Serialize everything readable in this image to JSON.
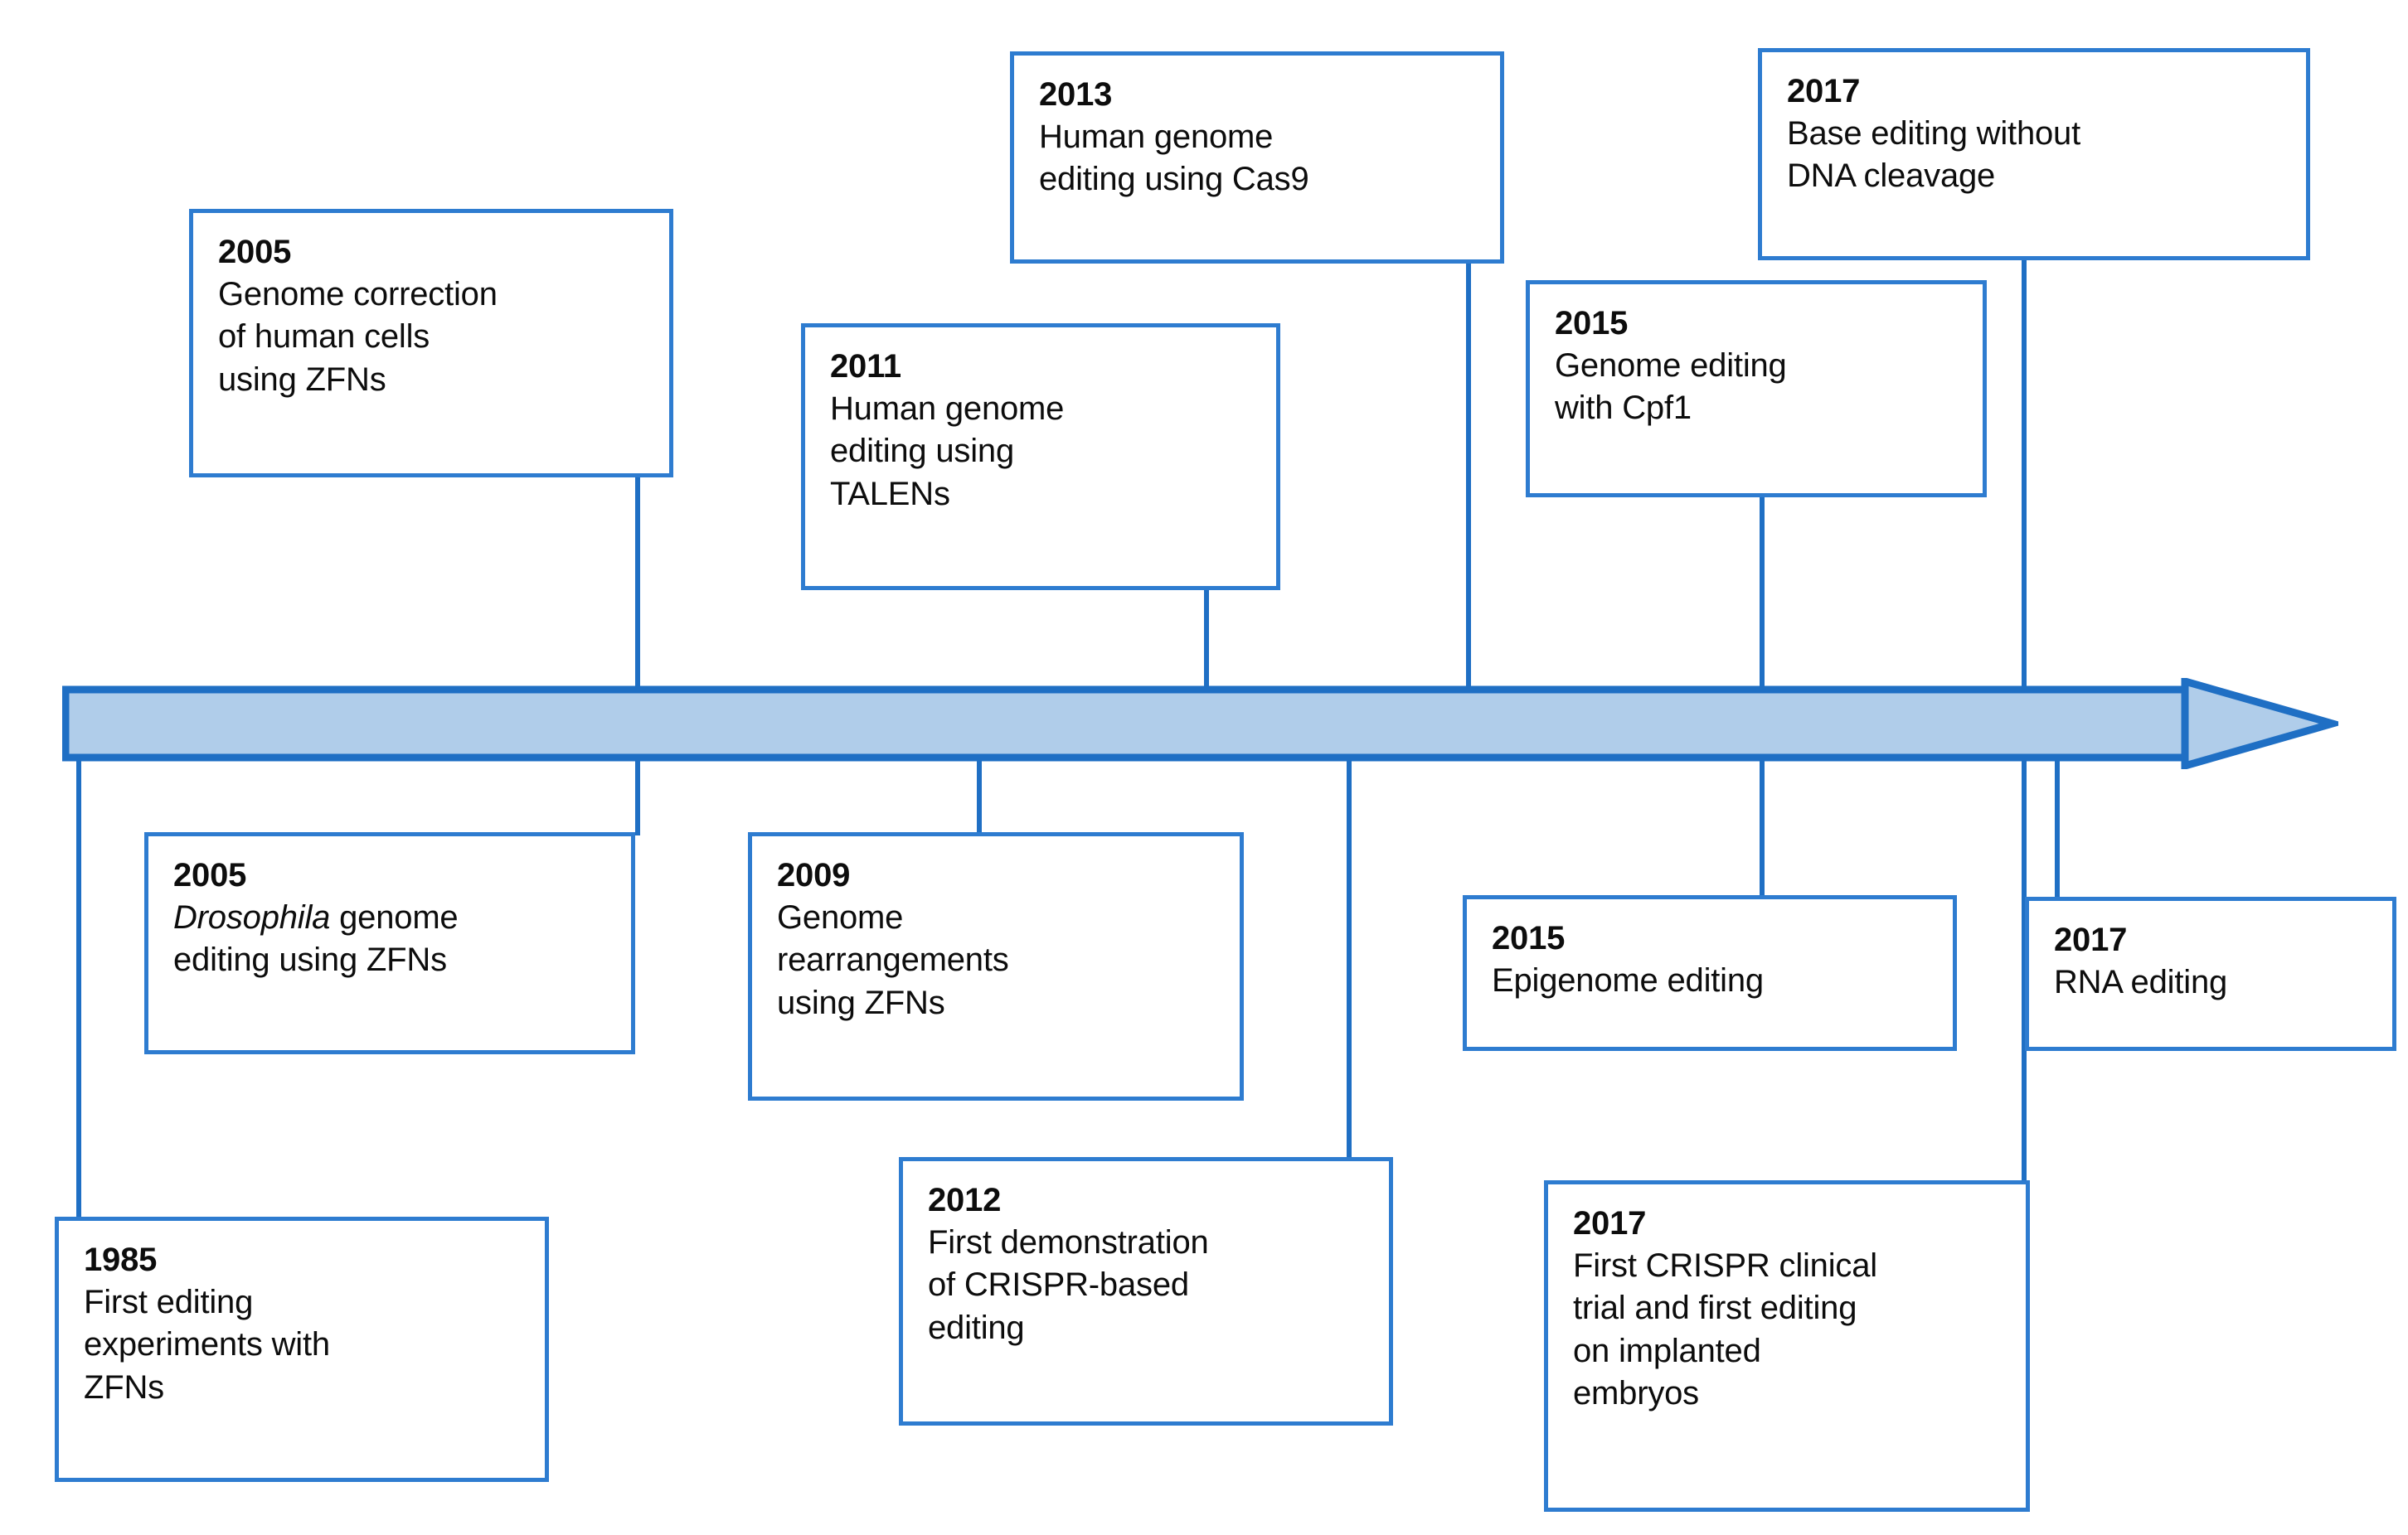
{
  "diagram": {
    "title": "Genome editing milestones timeline",
    "colors": {
      "arrow_fill": "#B0CDEA",
      "arrow_stroke": "#1F6FC4",
      "box_border": "#2E7CD0",
      "connector": "#1F6FC4",
      "text": "#0d0d0d",
      "background": "#ffffff"
    },
    "axis_label": "",
    "arrow_direction": "right"
  },
  "chart_data": {
    "type": "timeline",
    "title": "",
    "xlabel": "",
    "ylabel": "",
    "orientation": "horizontal",
    "events": [
      {
        "year": "1985",
        "text": "First editing\nexperiments with\nZFNs",
        "side": "below"
      },
      {
        "year": "2005",
        "text": "Genome correction\nof human cells\nusing ZFNs",
        "side": "above"
      },
      {
        "year": "2005",
        "text": "Drosophila genome\nediting using ZFNs",
        "side": "below",
        "italic_lead": "Drosophila"
      },
      {
        "year": "2009",
        "text": "Genome\nrearrangements\nusing ZFNs",
        "side": "below"
      },
      {
        "year": "2011",
        "text": "Human genome\nediting using\nTALENs",
        "side": "above"
      },
      {
        "year": "2012",
        "text": "First demonstration\nof CRISPR-based\nediting",
        "side": "below"
      },
      {
        "year": "2013",
        "text": "Human genome\nediting using Cas9",
        "side": "above"
      },
      {
        "year": "2015",
        "text": "Genome editing\nwith Cpf1",
        "side": "above"
      },
      {
        "year": "2015",
        "text": "Epigenome editing",
        "side": "below"
      },
      {
        "year": "2017",
        "text": "Base editing without\nDNA cleavage",
        "side": "above"
      },
      {
        "year": "2017",
        "text": "First CRISPR clinical\ntrial and first editing\non implanted\nembryos",
        "side": "below"
      },
      {
        "year": "2017",
        "text": "RNA editing",
        "side": "below"
      }
    ]
  }
}
